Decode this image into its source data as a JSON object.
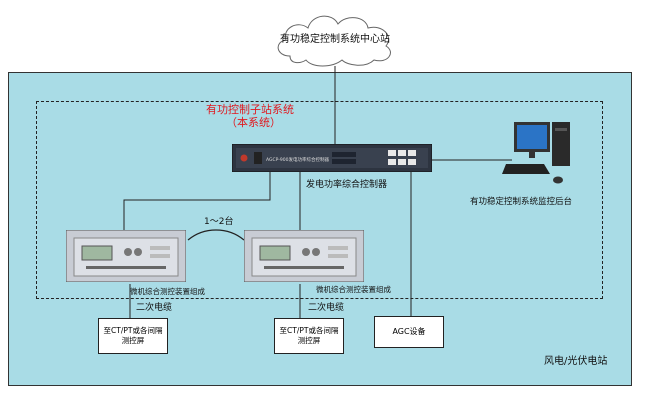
{
  "cloud": {
    "label": "有功稳定控制系统中心站"
  },
  "subsystem": {
    "title": "有功控制子站系统",
    "subtitle": "（本系统）"
  },
  "controller": {
    "label": "发电功率综合控制器",
    "panel_text": "AGCP-900发电功率综合控制器"
  },
  "monitor": {
    "label": "有功稳定控制系统监控后台"
  },
  "devices": {
    "count_label": "1～2台",
    "left_caption": "微机综合测控装置组成",
    "right_caption": "微机综合测控装置组成"
  },
  "cables": {
    "left": "二次电缆",
    "right": "二次电缆"
  },
  "boxes": {
    "left": [
      "至CT/PT或各间隔",
      "测控屏"
    ],
    "right": [
      "至CT/PT或各间隔",
      "测控屏"
    ],
    "agc": "AGC设备"
  },
  "station": {
    "label": "风电/光伏电站"
  },
  "colors": {
    "station_bg": "#a9dce6",
    "title_red": "#e0191f"
  }
}
